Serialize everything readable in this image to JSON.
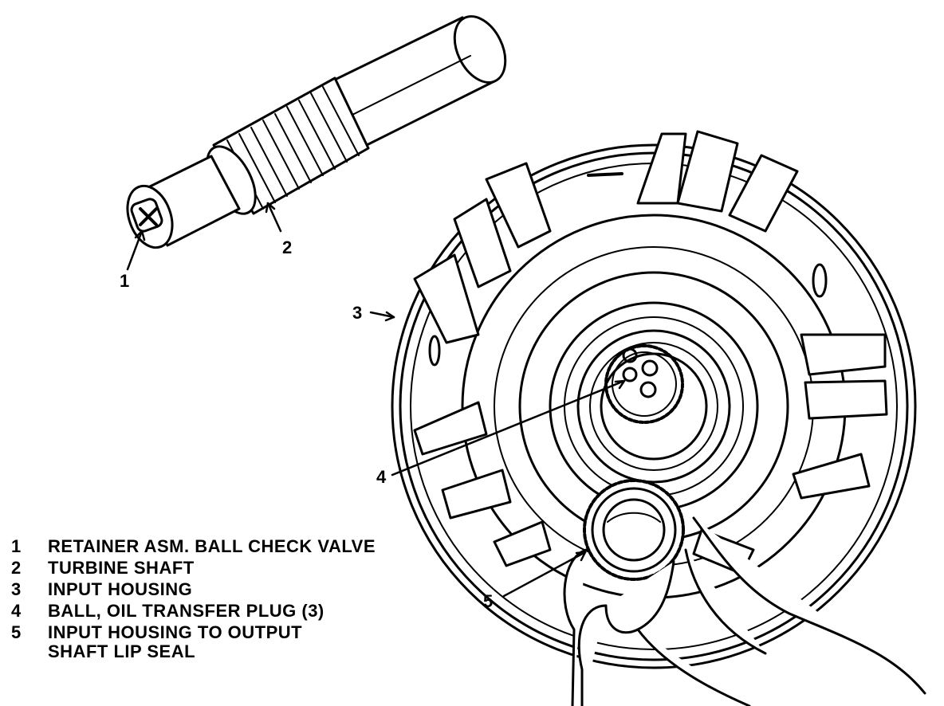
{
  "callouts": {
    "c1": "1",
    "c2": "2",
    "c3": "3",
    "c4": "4",
    "c5": "5"
  },
  "legend": [
    {
      "num": "1",
      "text": "RETAINER ASM. BALL CHECK VALVE"
    },
    {
      "num": "2",
      "text": "TURBINE SHAFT"
    },
    {
      "num": "3",
      "text": "INPUT HOUSING"
    },
    {
      "num": "4",
      "text": "BALL, OIL TRANSFER PLUG (3)"
    },
    {
      "num": "5",
      "text": "INPUT HOUSING TO OUTPUT",
      "continuation": "SHAFT LIP SEAL"
    }
  ]
}
